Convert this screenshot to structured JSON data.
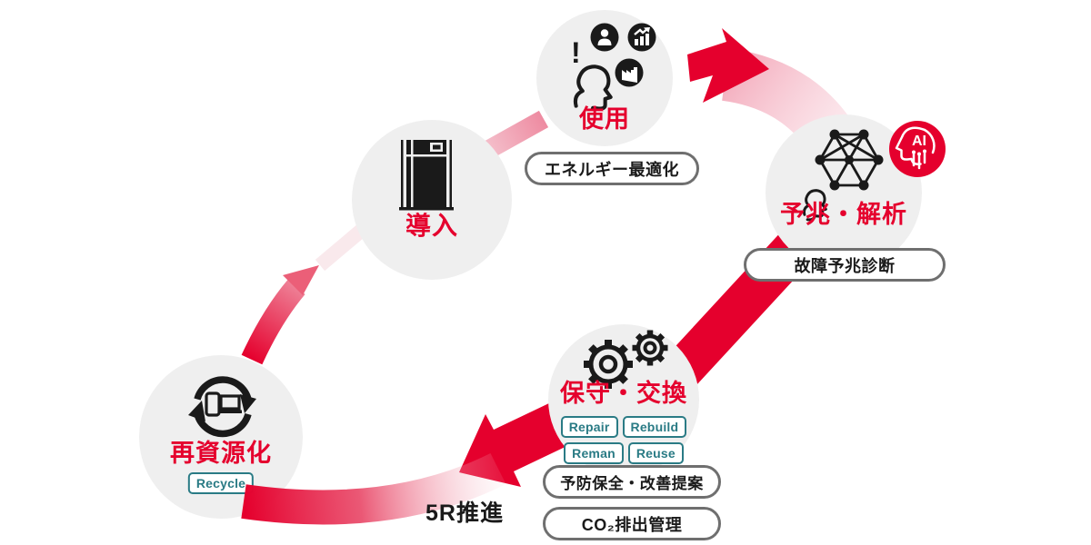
{
  "colors": {
    "accent_red": "#E5002D",
    "pink_fade": "#F6C3CF",
    "node_bg": "#EFEFEF",
    "teal": "#2A7B85",
    "text_dark": "#1A1A1A",
    "pill_border": "#6F6F6F"
  },
  "cycle": {
    "stages": [
      {
        "key": "introduction",
        "label": "導入",
        "icon": "machine-icon"
      },
      {
        "key": "use",
        "label": "使用",
        "icon": "user-insights-icon",
        "pill": "エネルギー最適化"
      },
      {
        "key": "prediction-analysis",
        "label": "予兆・解析",
        "icon": "network-analysis-icon",
        "badge": "AI",
        "pill": "故障予兆診断"
      },
      {
        "key": "maintenance-replacement",
        "label": "保守・交換",
        "icon": "gears-icon",
        "tags": [
          "Repair",
          "Rebuild",
          "Reman",
          "Reuse"
        ],
        "pills": [
          "予防保全・改善提案",
          "CO₂排出管理"
        ]
      },
      {
        "key": "recycling",
        "label": "再資源化",
        "icon": "recycle-icon",
        "tag": "Recycle"
      }
    ],
    "flow_label": "5R推進"
  }
}
